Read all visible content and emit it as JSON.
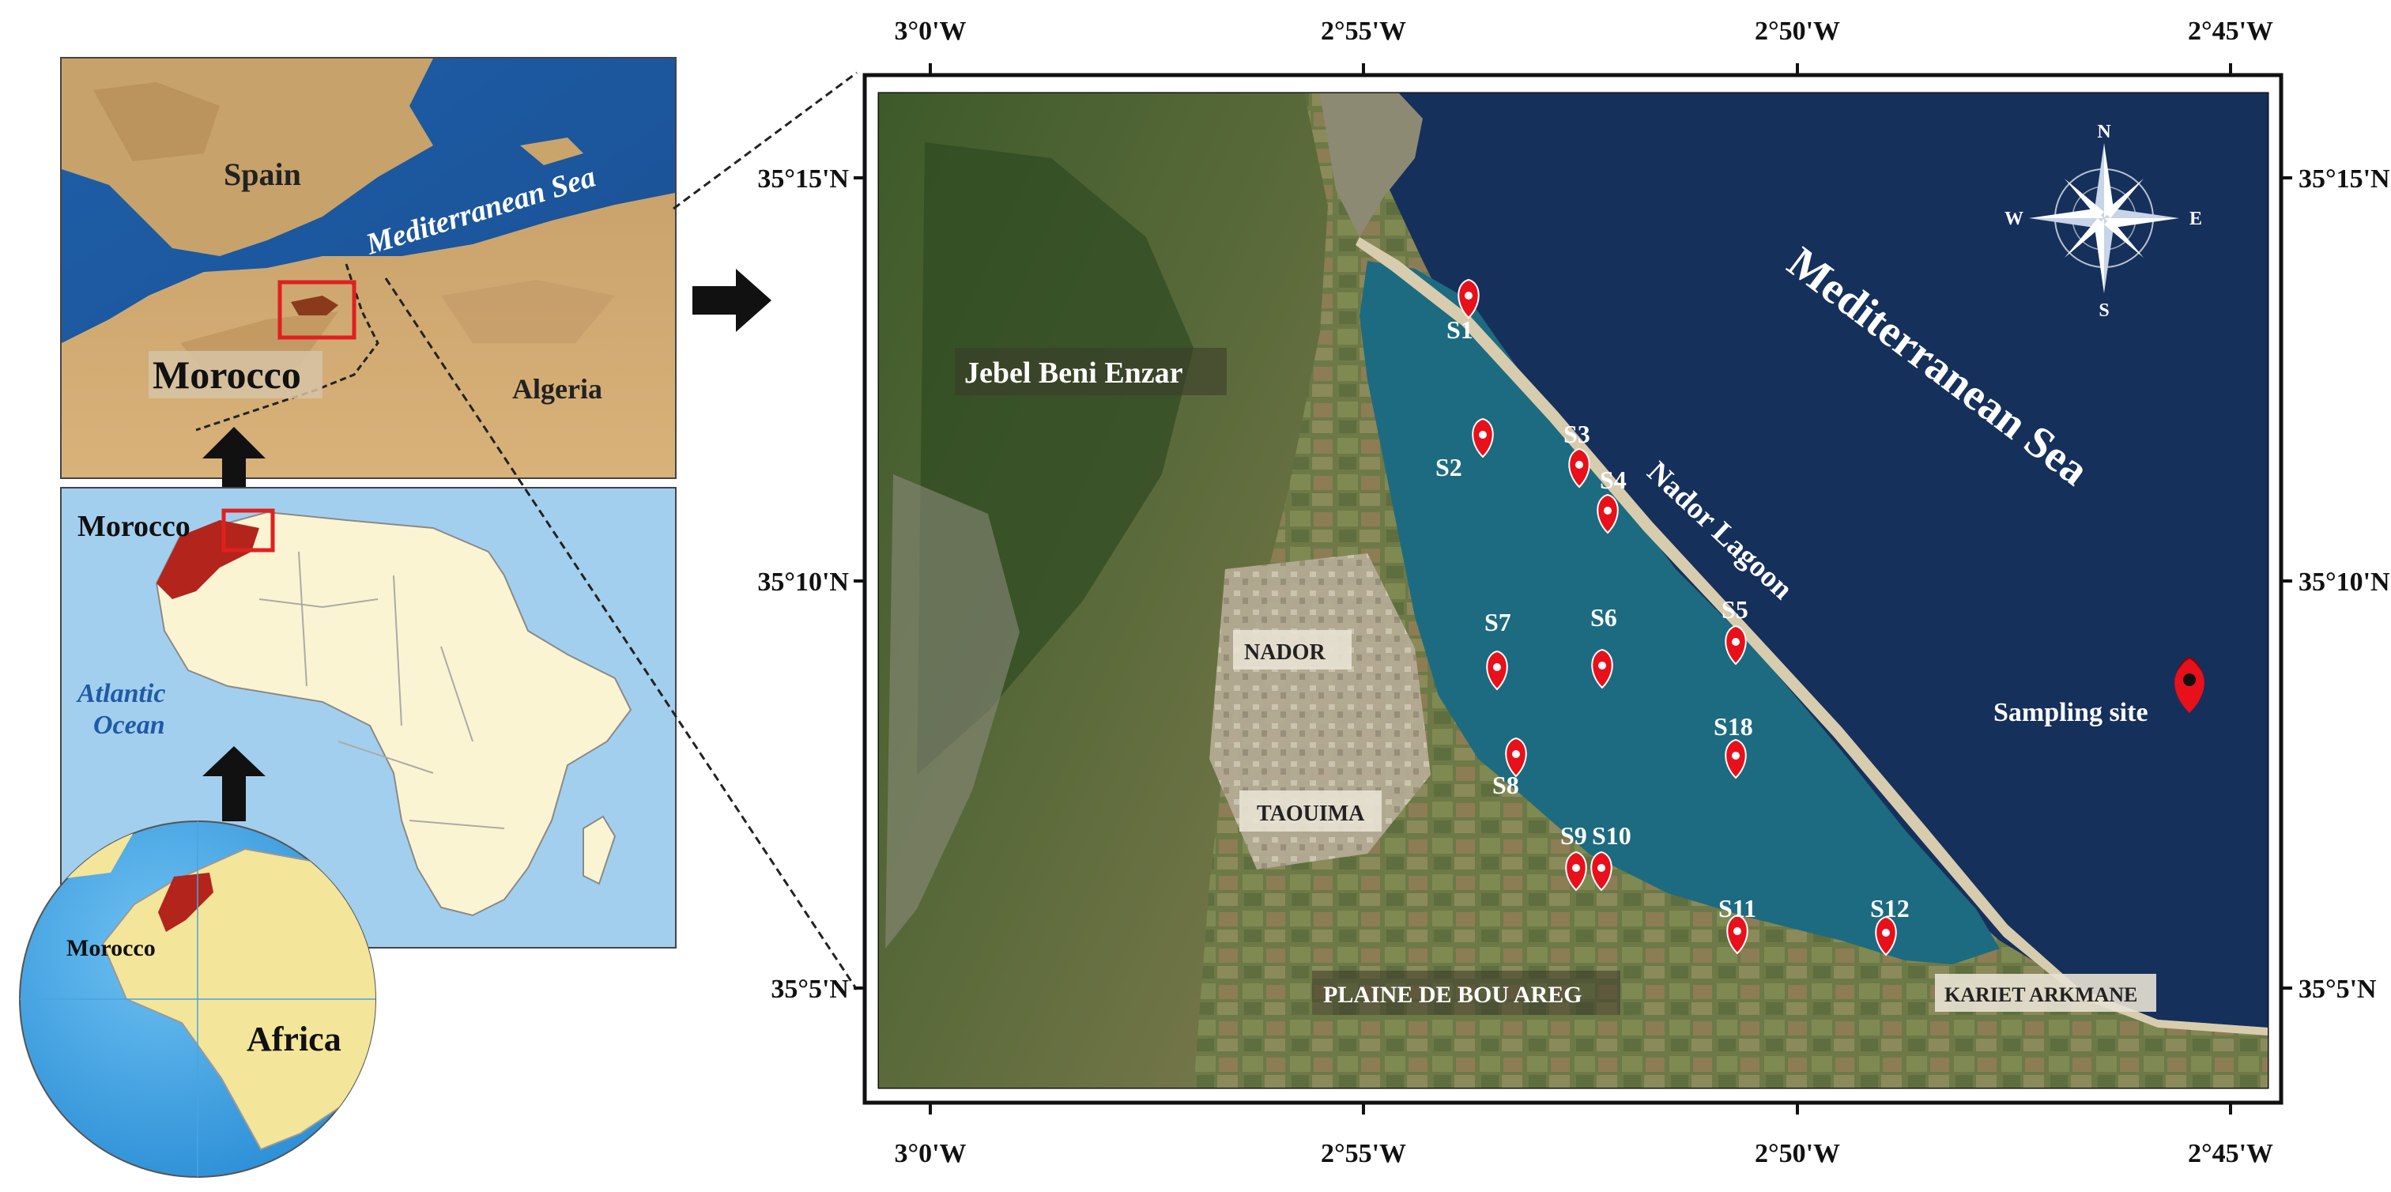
{
  "inset_europe": {
    "spain": "Spain",
    "sea": "Mediterranean Sea",
    "morocco": "Morocco",
    "algeria": "Algeria"
  },
  "inset_africa": {
    "morocco": "Morocco",
    "ocean_line1": "Atlantic",
    "ocean_line2": "Ocean"
  },
  "inset_globe": {
    "morocco": "Morocco",
    "africa": "Africa"
  },
  "main_map": {
    "top_ticks": [
      "3°0'W",
      "2°55'W",
      "2°50'W",
      "2°45'W"
    ],
    "bottom_ticks": [
      "3°0'W",
      "2°55'W",
      "2°50'W",
      "2°45'W"
    ],
    "left_ticks": [
      "35°15'N",
      "35°10'N",
      "35°5'N"
    ],
    "right_ticks": [
      "35°15'N",
      "35°10'N",
      "35°5'N"
    ],
    "place_labels": {
      "jebel": "Jebel Beni Enzar",
      "nador": "NADOR",
      "taouima": "TAOUIMA",
      "plaine": "PLAINE DE BOU AREG",
      "kariet": "KARIET ARKMANE"
    },
    "sea_label": "Mediterranean Sea",
    "lagoon_label": "Nador Lagoon",
    "legend_label": "Sampling site",
    "compass": {
      "n": "N",
      "s": "S",
      "e": "E",
      "w": "W"
    },
    "sites": [
      "S1",
      "S2",
      "S3",
      "S4",
      "S5",
      "S6",
      "S7",
      "S8",
      "S9",
      "S10",
      "S11",
      "S12",
      "S18"
    ]
  },
  "colors": {
    "marker": "#e8101a",
    "sea": "#16305c",
    "lagoon": "#1d6b80",
    "land": "#5e7040",
    "inset_box": "#e02020"
  }
}
